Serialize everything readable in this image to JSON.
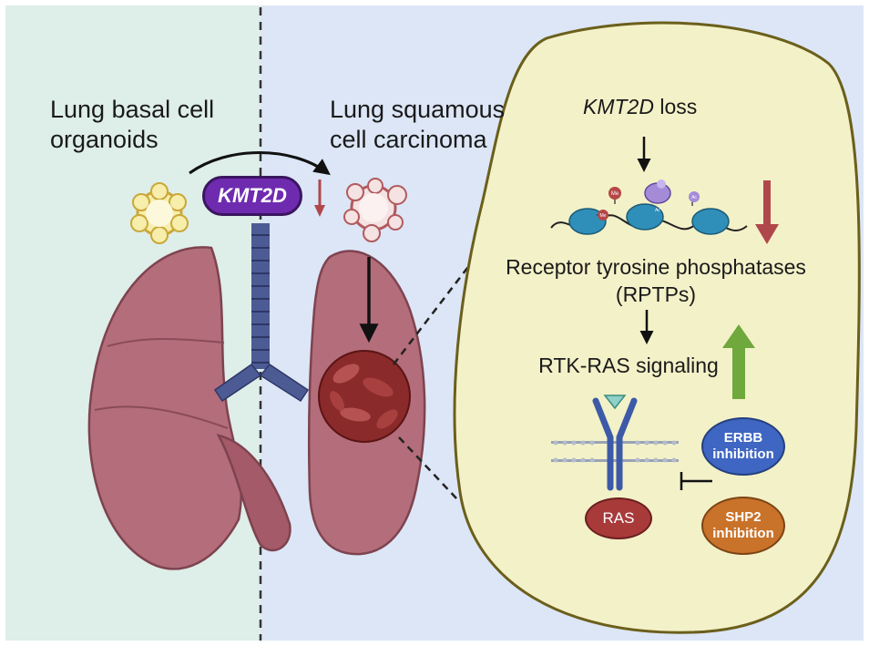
{
  "labels": {
    "left_title_line1": "Lung basal cell",
    "left_title_line2": "organoids",
    "mid_title_line1": "Lung squamous",
    "mid_title_line2": "cell carcinoma",
    "gene_pill": "KMT2D",
    "loss_gene": "KMT2D",
    "loss_word": " loss",
    "rptp_line1": "Receptor tyrosine phosphatases",
    "rptp_line2": "(RPTPs)",
    "rtk_ras": "RTK-RAS signaling",
    "erbb_line1": "ERBB",
    "erbb_line2": "inhibition",
    "shp2_line1": "SHP2",
    "shp2_line2": "inhibition",
    "ras": "RAS",
    "me1": "Me",
    "me2": "Me",
    "ac1": "Ac",
    "ac2": "Ac"
  },
  "colors": {
    "left_bg": "#deeee9",
    "right_bg": "#dce6f6",
    "cell_fill": "#f3f1c8",
    "cell_border": "#6b5f1c",
    "lung": "#b46d7a",
    "trachea": "#4d5b95",
    "tumor": "#8a2a2a",
    "down_arrow": "#b0474b",
    "up_arrow": "#6fa83c",
    "gene_pill": "#6f2bb0"
  }
}
